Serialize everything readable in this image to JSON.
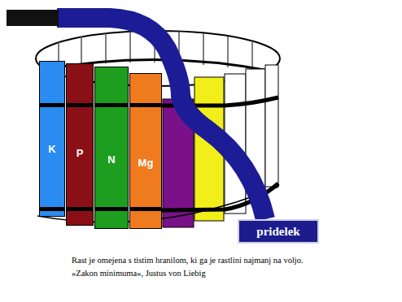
{
  "diagram": {
    "caption": "Rast je omejena s tistim hranilom, ki ga je rastlini najmanj na voljo.",
    "nodes": [
      {
        "text": [
          "K"
        ]
      },
      {
        "text": [
          "P"
        ]
      },
      {
        "text": [
          "N"
        ]
      },
      {
        "text": [
          "Mg"
        ]
      },
      {
        "text": [
          "pridelek"
        ]
      }
    ],
    "labels": [
      "»Zakon minimuma«, Justus von Liebig"
    ]
  }
}
